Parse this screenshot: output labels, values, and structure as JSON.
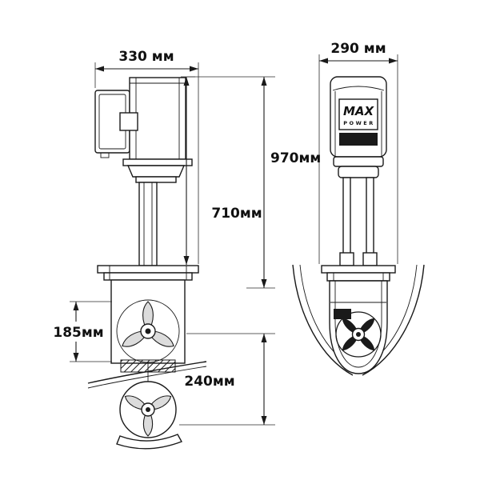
{
  "dimensions": {
    "side_width": "330 мм",
    "front_width": "290 мм",
    "total_height": "970мм",
    "upper_height": "710мм",
    "tunnel_diameter": "185мм",
    "lower_extension": "240мм"
  },
  "logo": {
    "brand": "MAX",
    "brand_sub": "POWER"
  },
  "colors": {
    "line": "#1a1a1a",
    "background": "#ffffff"
  }
}
